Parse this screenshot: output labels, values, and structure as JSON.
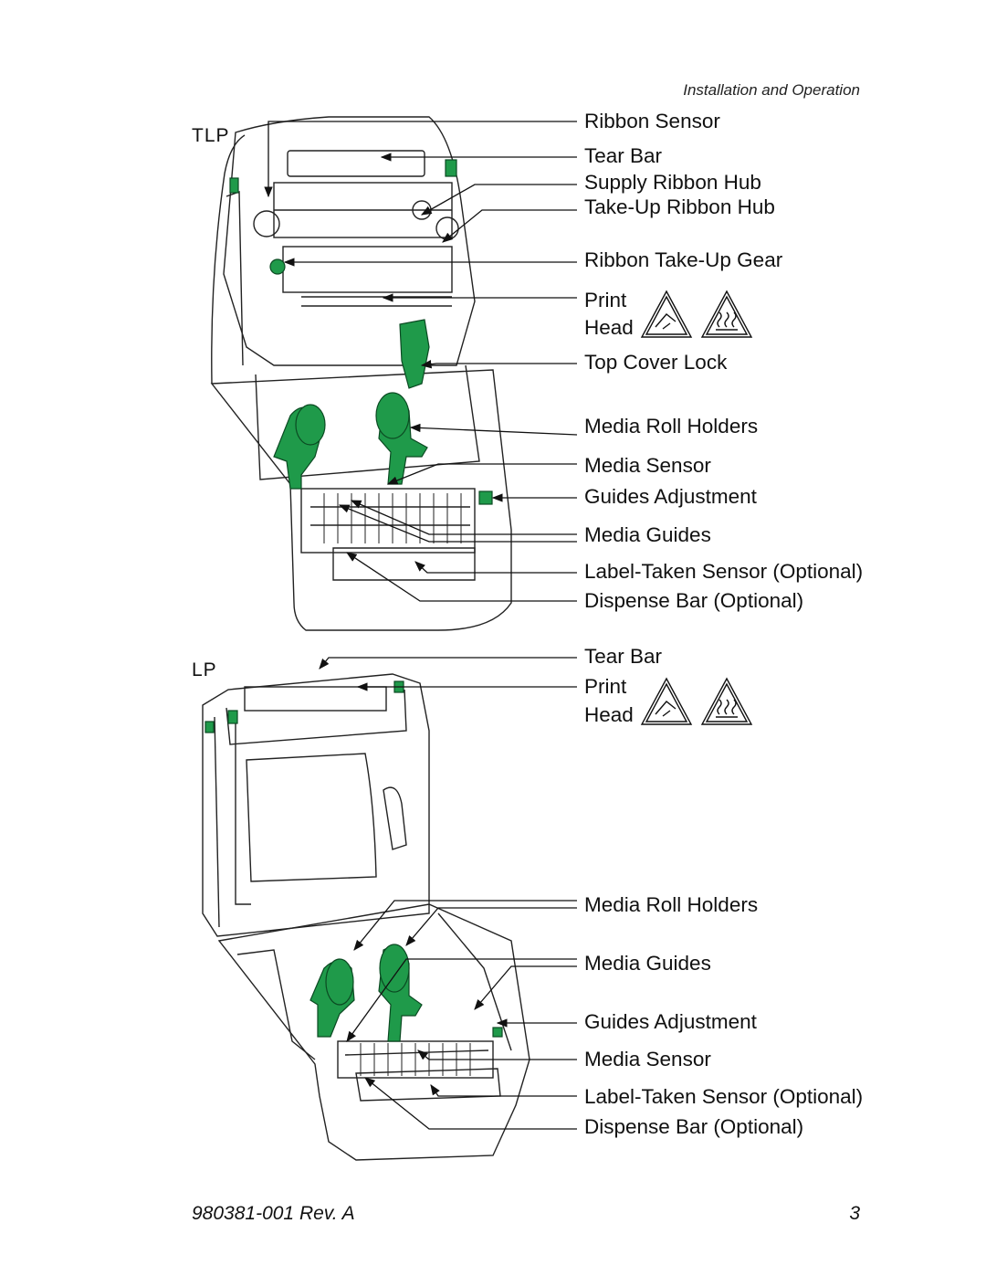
{
  "header": {
    "section_title": "Installation and Operation"
  },
  "tlp": {
    "model_label": "TLP",
    "callouts": [
      "Ribbon Sensor",
      "Tear Bar",
      "Supply Ribbon Hub",
      "Take-Up Ribbon Hub",
      "Ribbon Take-Up Gear",
      "Print",
      "Head",
      "Top Cover Lock",
      "Media Roll Holders",
      "Media Sensor",
      "Guides Adjustment",
      "Media Guides",
      "Label-Taken Sensor (Optional)",
      "Dispense Bar (Optional)"
    ]
  },
  "lp": {
    "model_label": "LP",
    "callouts": [
      "Tear Bar",
      "Print",
      "Head",
      "Media Roll Holders",
      "Media Guides",
      "Guides Adjustment",
      "Media Sensor",
      "Label-Taken Sensor (Optional)",
      "Dispense Bar (Optional)"
    ]
  },
  "warning_icons": [
    "electrostatic-warning-icon",
    "hot-surface-warning-icon"
  ],
  "colors": {
    "accent_green": "#1f9a4a",
    "line": "#222222"
  },
  "footer": {
    "doc_number": "980381-001 Rev. A",
    "page_number": "3"
  }
}
